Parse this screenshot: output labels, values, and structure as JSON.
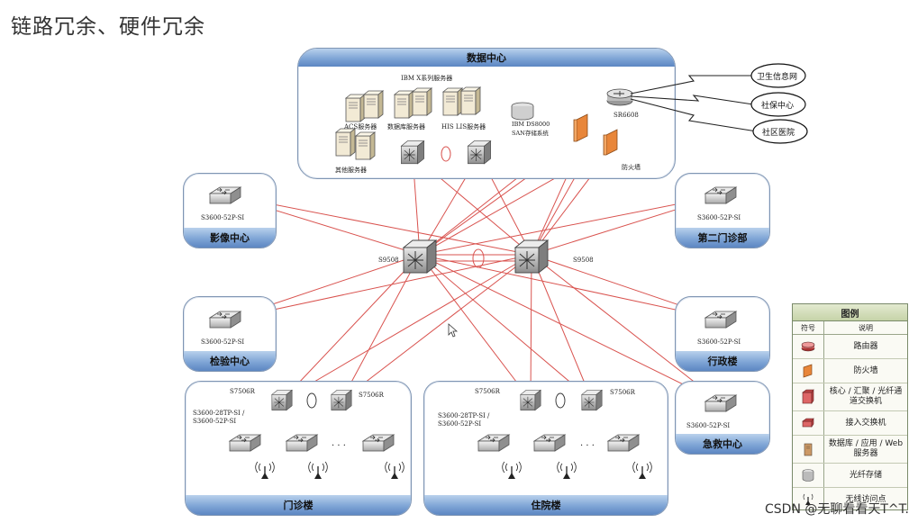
{
  "title": "链路冗余、硬件冗余",
  "datacenter": {
    "header": "数据中心",
    "ibm_label": "IBM X系列服务器",
    "acs_label": "ACS服务器",
    "db_label": "数据库服务器",
    "his_label": "HIS LIS服务器",
    "other_label": "其他服务器",
    "storage_label": "IBM DS8000 SAN存储系统",
    "router_label": "SR6608",
    "firewall_label": "防火墙"
  },
  "clouds": [
    "卫生信息网",
    "社保中心",
    "社区医院"
  ],
  "core": {
    "left_label": "S9508",
    "right_label": "S9508"
  },
  "sites": [
    {
      "model": "S3600-52P-SI",
      "name": "影像中心"
    },
    {
      "model": "S3600-52P-SI",
      "name": "第二门诊部"
    },
    {
      "model": "S3600-52P-SI",
      "name": "检验中心"
    },
    {
      "model": "S3600-52P-SI",
      "name": "行政楼"
    },
    {
      "model": "S3600-52P-SI",
      "name": "急救中心"
    }
  ],
  "buildings": [
    {
      "name": "门诊楼",
      "agg_left": "S7506R",
      "agg_right": "S7506R",
      "access_models": "S3600-28TP-SI / S3600-52P-SI"
    },
    {
      "name": "住院楼",
      "agg_left": "S7506R",
      "agg_right": "S7506R",
      "access_models": "S3600-28TP-SI / S3600-52P-SI"
    }
  ],
  "legend": {
    "title": "图例",
    "col_symbol": "符号",
    "col_desc": "说明",
    "items": [
      {
        "icon": "router-icon",
        "desc": "路由器"
      },
      {
        "icon": "firewall-icon",
        "desc": "防火墙"
      },
      {
        "icon": "core-switch-icon",
        "desc": "核心 / 汇聚 / 光纤通道交换机"
      },
      {
        "icon": "access-switch-icon",
        "desc": "接入交换机"
      },
      {
        "icon": "server-icon",
        "desc": "数据库 / 应用 / Web 服务器"
      },
      {
        "icon": "storage-icon",
        "desc": "光纤存储"
      },
      {
        "icon": "wireless-ap-icon",
        "desc": "无线访问点"
      }
    ]
  },
  "colors": {
    "link": "#d9534f",
    "bar": "#6f97cf",
    "border": "#7f95b3"
  },
  "footer": "CSDN @无聊看看天T^T."
}
